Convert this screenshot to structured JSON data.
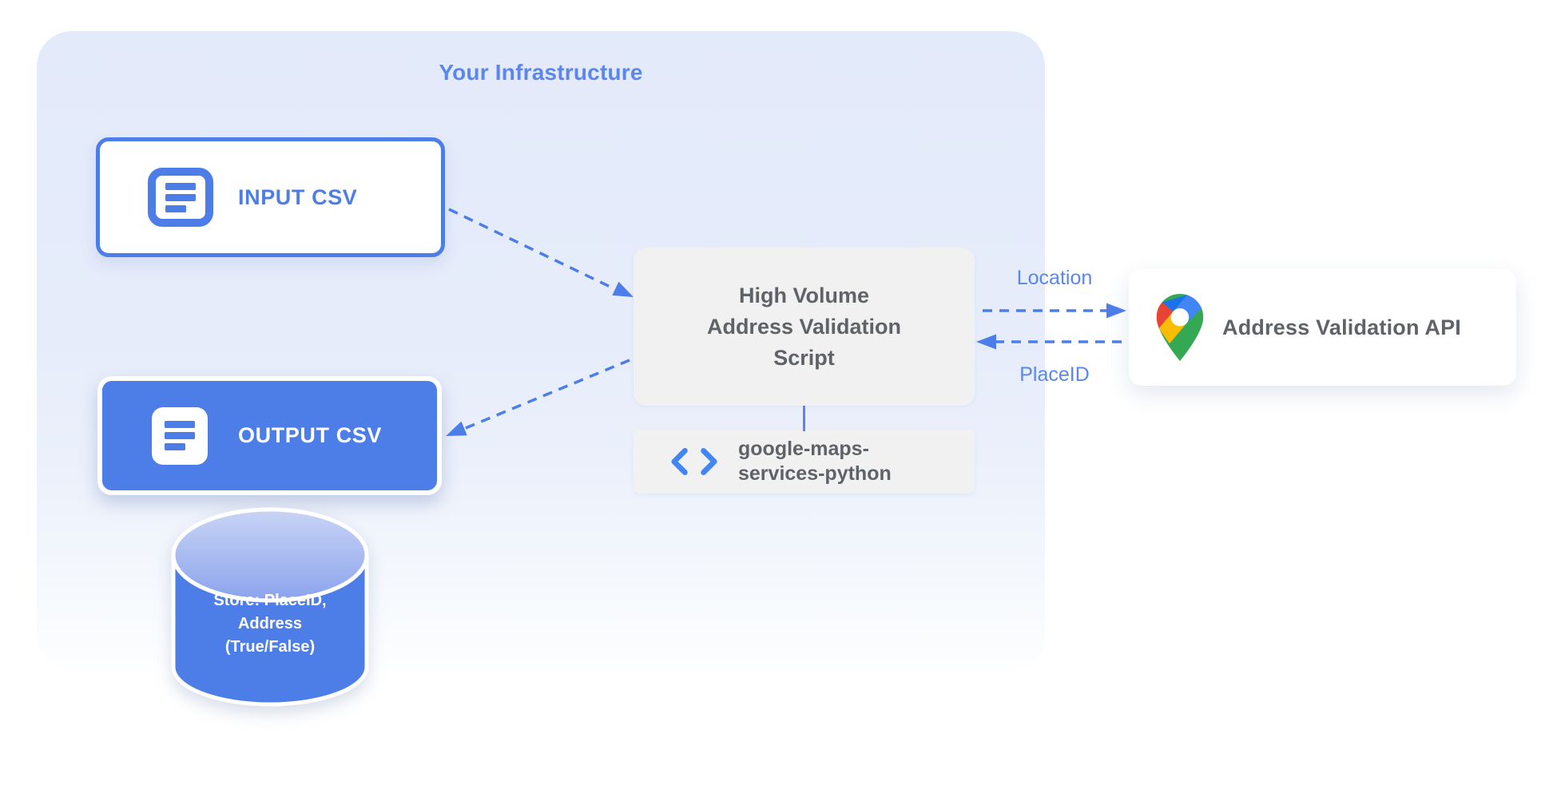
{
  "infrastructure": {
    "title": "Your Infrastructure"
  },
  "nodes": {
    "input_csv": {
      "label": "INPUT CSV"
    },
    "output_csv": {
      "label": "OUTPUT CSV"
    },
    "script": {
      "lines": [
        "High Volume",
        "Address Validation",
        "Script"
      ]
    },
    "library": {
      "lines": [
        "google-maps-",
        "services-python"
      ]
    },
    "api": {
      "label": "Address Validation API"
    },
    "datastore": {
      "lines": [
        "Store: PlaceID,",
        "Address",
        "(True/False)"
      ]
    }
  },
  "edges": {
    "location_label": "Location",
    "placeid_label": "PlaceID"
  },
  "colors": {
    "primary_blue": "#4d7ee8",
    "label_blue": "#5b87ec",
    "text_gray": "#5f6368",
    "node_gray_bg": "#f1f1f1",
    "infra_bg": "#e5ebfa",
    "cylinder_top": "#9db3f0",
    "pin_red": "#EA4335",
    "pin_blue": "#4285F4",
    "pin_dark_blue": "#1A73E8",
    "pin_yellow": "#FBBC04",
    "pin_green": "#34A853"
  }
}
